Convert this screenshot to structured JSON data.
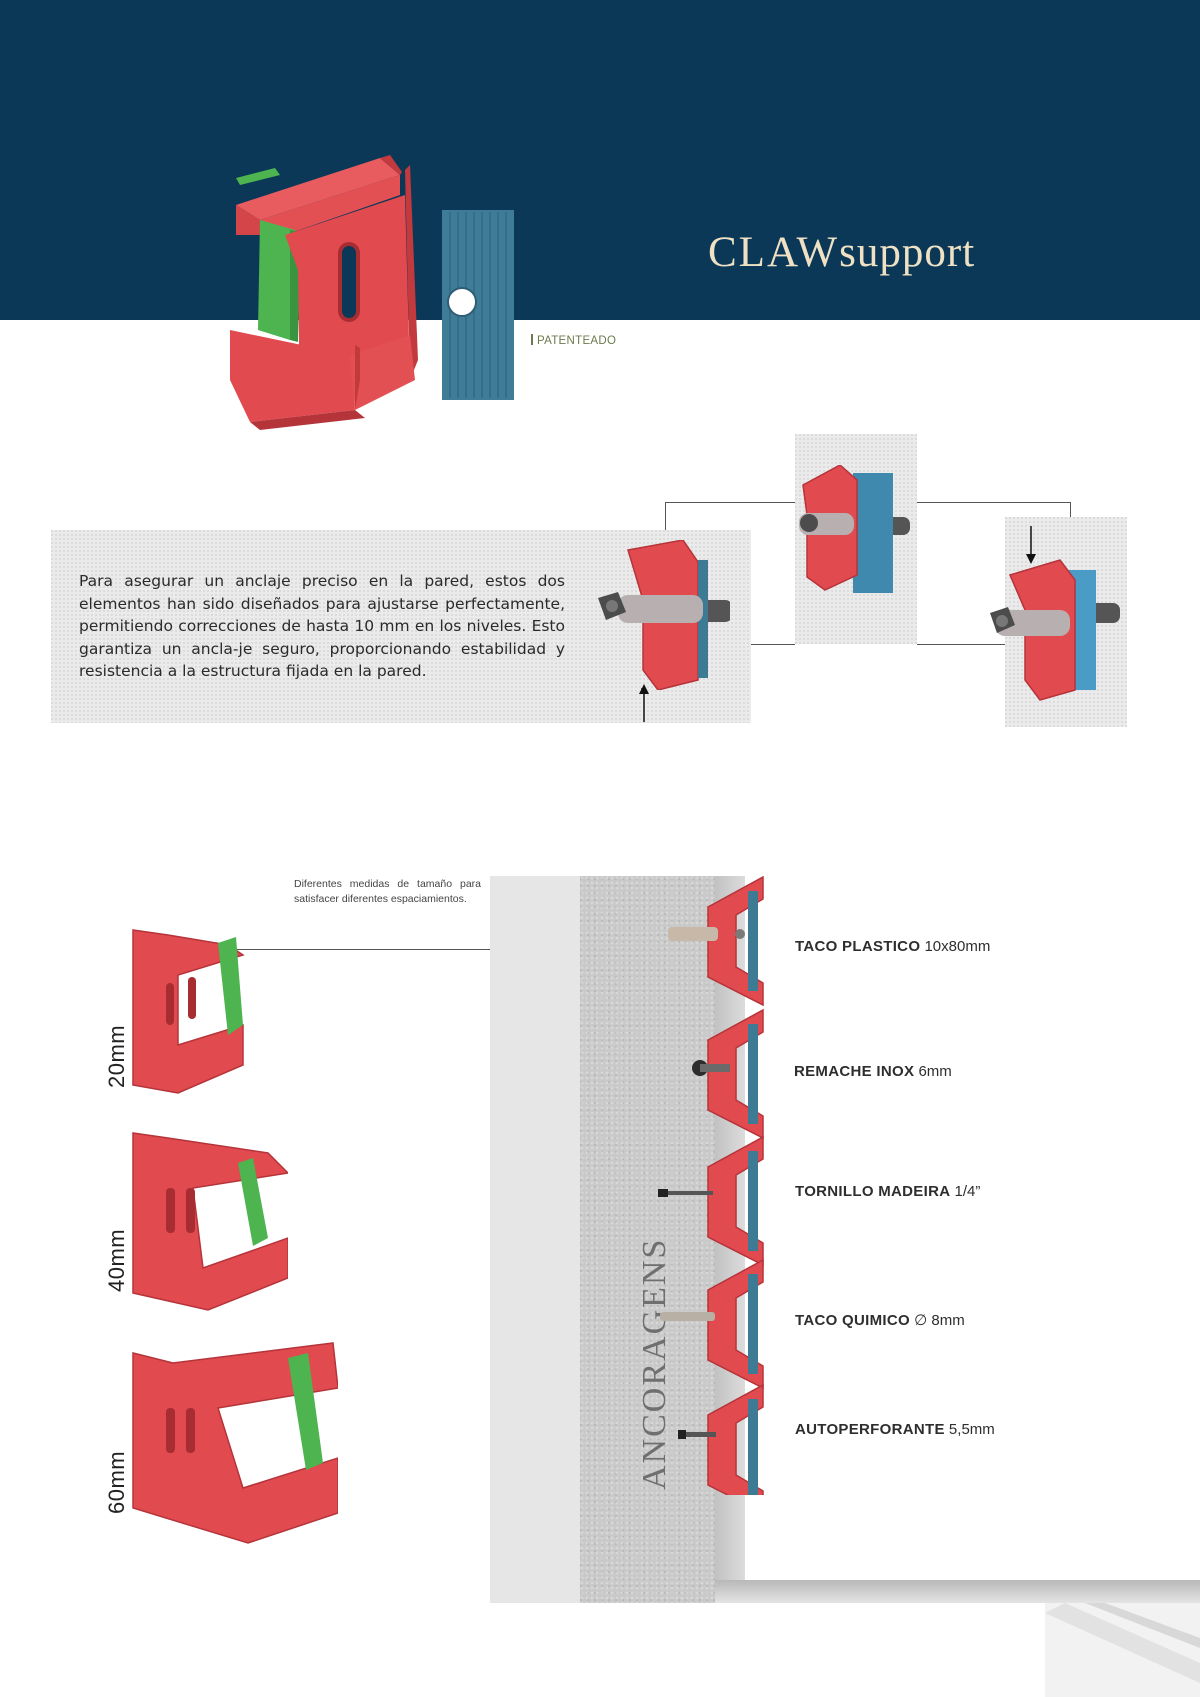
{
  "header": {
    "brand_part1": "CLAW",
    "brand_part2": "support",
    "patent_label": "PATENTEADO"
  },
  "colors": {
    "header_bg": "#0c3858",
    "clip_red": "#e14a4f",
    "clip_green": "#4db44f",
    "plate_blue": "#3d7a94",
    "brand_text": "#efe1c3"
  },
  "intro": {
    "description": "Para asegurar un anclaje preciso en la pared, estos dos elementos han sido diseñados para ajustarse perfectamente, permitiendo correcciones de hasta 10 mm en los niveles. Esto garantiza un ancla-je seguro, proporcionando estabilidad y resistencia a la estructura fijada en la pared."
  },
  "sizes": {
    "note": "Diferentes medidas de tamaño para satisfacer diferentes espaciamientos.",
    "items": [
      {
        "label": "20mm"
      },
      {
        "label": "40mm"
      },
      {
        "label": "60mm"
      }
    ]
  },
  "anchors": {
    "wall_label": "ANCORAGENS",
    "items": [
      {
        "name": "TACO PLASTICO",
        "spec": " 10x80mm",
        "icon": "plastic-plug-icon"
      },
      {
        "name": "REMACHE INOX",
        "spec": " 6mm",
        "icon": "rivet-icon"
      },
      {
        "name": "TORNILLO MADEIRA",
        "spec": " 1/4”",
        "icon": "wood-screw-icon"
      },
      {
        "name": "TACO QUIMICO",
        "spec": " ∅ 8mm",
        "icon": "chemical-anchor-icon"
      },
      {
        "name": "AUTOPERFORANTE",
        "spec": " 5,5mm",
        "icon": "self-drilling-screw-icon"
      }
    ]
  }
}
